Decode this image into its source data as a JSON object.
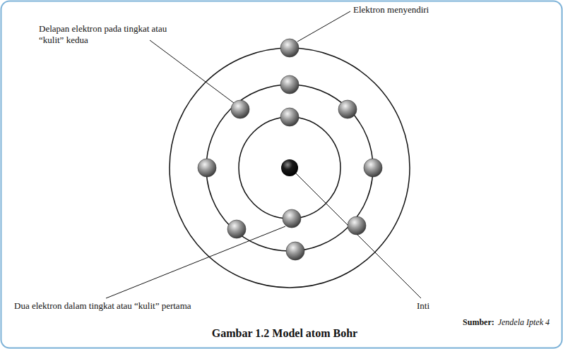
{
  "diagram": {
    "caption": "Gambar 1.2 Model atom Bohr",
    "labels": [
      "Elektron menyendiri",
      "Delapan elektron pada tingkat atau “kulit” kedua",
      "Dua elektron dalam tingkat atau “kulit” pertama",
      "Inti",
      "Sumber:",
      "Jendela Iptek 4"
    ]
  }
}
